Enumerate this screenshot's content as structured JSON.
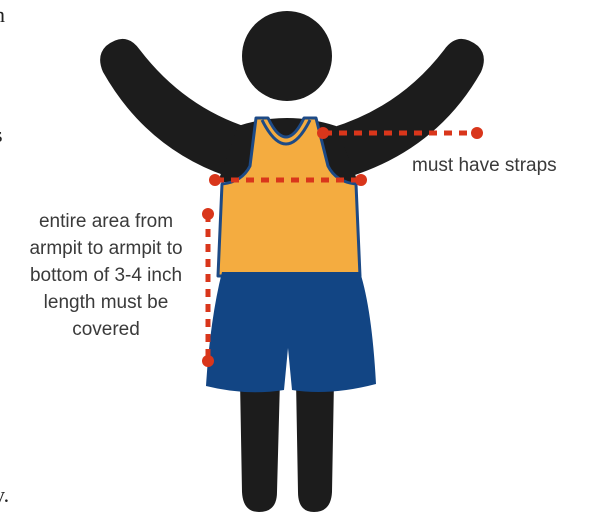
{
  "edge_fragments": [
    "n",
    "s",
    "y."
  ],
  "annotations": {
    "straps": "must have straps",
    "coverage_lines": [
      "entire area from",
      "armpit to armpit to",
      "bottom of 3-4 inch",
      "length must be",
      "covered"
    ]
  },
  "colors": {
    "figure": "#1c1c1c",
    "top_fill": "#f4ac40",
    "top_trim": "#1d4a86",
    "shorts": "#124584",
    "marker": "#d9361b",
    "text": "#3a3a3a"
  }
}
